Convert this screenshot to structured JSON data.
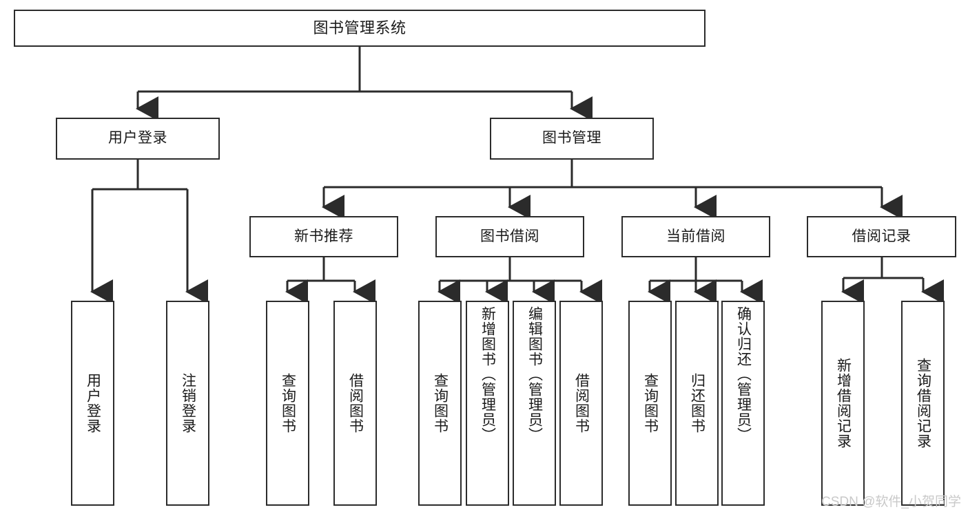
{
  "diagram": {
    "title": "图书管理系统",
    "type": "tree-hierarchy-chart",
    "colors": {
      "box_border": "#2b2b2b",
      "box_fill": "#ffffff",
      "connector": "#2b2b2b",
      "background": "#ffffff",
      "watermark": "#c9c9c9"
    },
    "watermark": "CSDN @软件_小贺同学",
    "levels": [
      {
        "level": 1,
        "nodes": [
          {
            "id": "root",
            "label": "图书管理系统",
            "orientation": "horizontal"
          }
        ]
      },
      {
        "level": 2,
        "nodes": [
          {
            "id": "user-login",
            "label": "用户登录",
            "orientation": "horizontal",
            "parent": "root"
          },
          {
            "id": "book-manage",
            "label": "图书管理",
            "orientation": "horizontal",
            "parent": "root"
          }
        ]
      },
      {
        "level": 3,
        "nodes": [
          {
            "id": "new-book-rec",
            "label": "新书推荐",
            "orientation": "horizontal",
            "parent": "book-manage"
          },
          {
            "id": "book-borrow",
            "label": "图书借阅",
            "orientation": "horizontal",
            "parent": "book-manage"
          },
          {
            "id": "current-borrow",
            "label": "当前借阅",
            "orientation": "horizontal",
            "parent": "book-manage"
          },
          {
            "id": "borrow-record",
            "label": "借阅记录",
            "orientation": "horizontal",
            "parent": "book-manage"
          }
        ]
      },
      {
        "level": 4,
        "nodes": [
          {
            "id": "leaf-user-login",
            "label": "用户登录",
            "orientation": "vertical",
            "parent": "user-login"
          },
          {
            "id": "leaf-user-logout",
            "label": "注销登录",
            "orientation": "vertical",
            "parent": "user-login"
          },
          {
            "id": "leaf-query-book-1",
            "label": "查询图书",
            "orientation": "vertical",
            "parent": "new-book-rec"
          },
          {
            "id": "leaf-borrow-book-1",
            "label": "借阅图书",
            "orientation": "vertical",
            "parent": "new-book-rec"
          },
          {
            "id": "leaf-query-book-2",
            "label": "查询图书",
            "orientation": "vertical",
            "parent": "book-borrow"
          },
          {
            "id": "leaf-add-book",
            "label": "新增图书（管理员）",
            "orientation": "vertical",
            "parent": "book-borrow"
          },
          {
            "id": "leaf-edit-book",
            "label": "编辑图书（管理员）",
            "orientation": "vertical",
            "parent": "book-borrow"
          },
          {
            "id": "leaf-borrow-book-2",
            "label": "借阅图书",
            "orientation": "vertical",
            "parent": "book-borrow"
          },
          {
            "id": "leaf-query-book-3",
            "label": "查询图书",
            "orientation": "vertical",
            "parent": "current-borrow"
          },
          {
            "id": "leaf-return-book",
            "label": "归还图书",
            "orientation": "vertical",
            "parent": "current-borrow"
          },
          {
            "id": "leaf-confirm-return",
            "label": "确认归还（管理员）",
            "orientation": "vertical",
            "parent": "current-borrow"
          },
          {
            "id": "leaf-add-record",
            "label": "新增借阅记录",
            "orientation": "vertical",
            "parent": "borrow-record"
          },
          {
            "id": "leaf-query-record",
            "label": "查询借阅记录",
            "orientation": "vertical",
            "parent": "borrow-record"
          }
        ]
      }
    ]
  }
}
